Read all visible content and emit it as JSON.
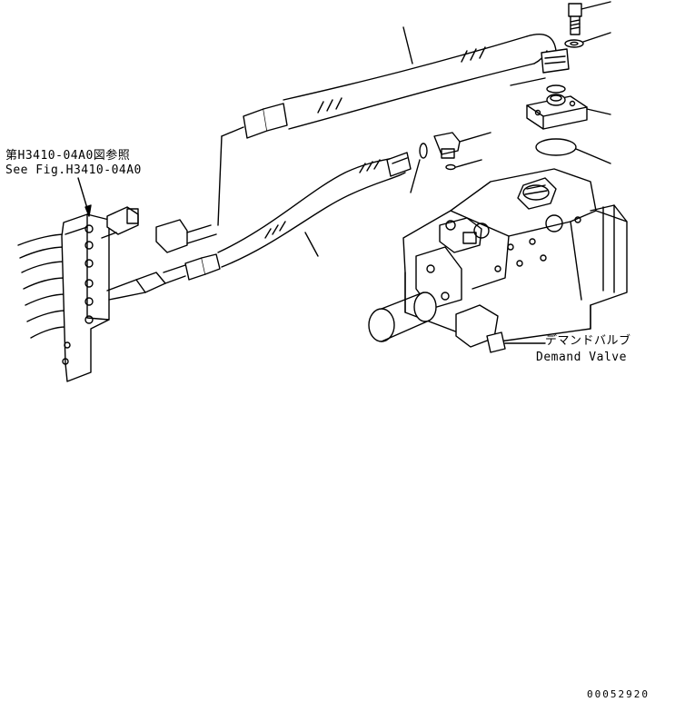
{
  "references": {
    "fig_ref_jp": "第H3410-04A0図参照",
    "fig_ref_en": "See Fig.H3410-04A0"
  },
  "components": {
    "demand_valve_jp": "デマンドバルブ",
    "demand_valve_en": "Demand Valve"
  },
  "drawing_number": "00052920"
}
